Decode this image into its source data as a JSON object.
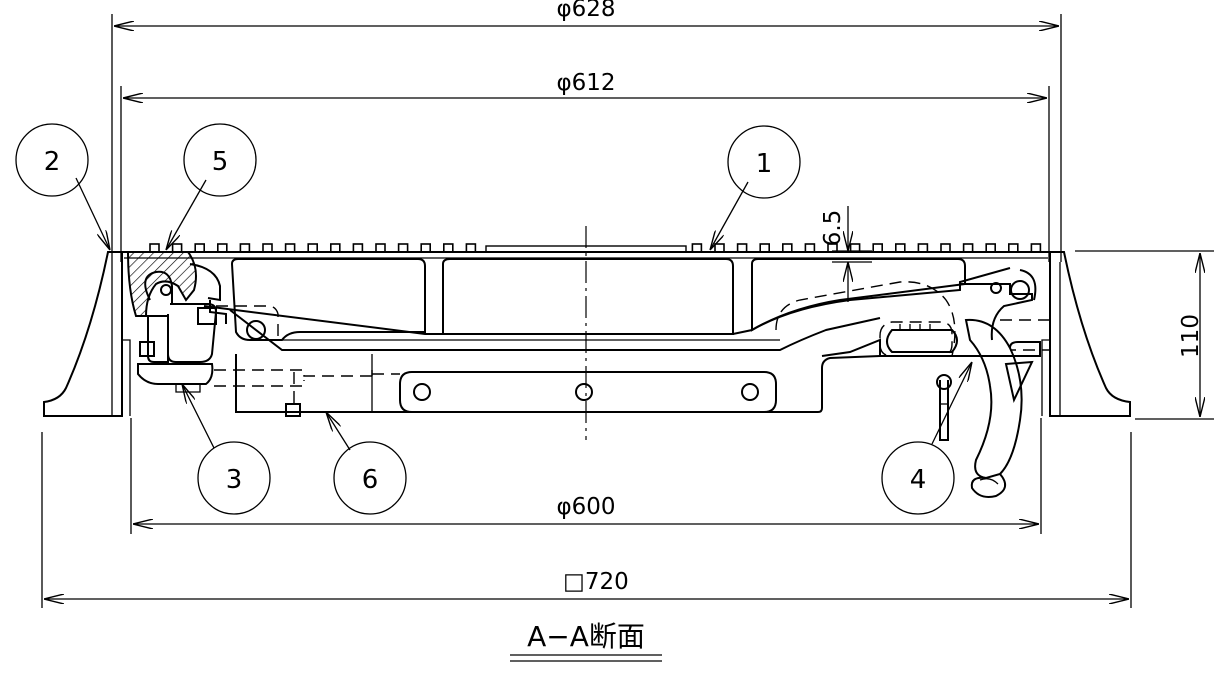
{
  "title": "A−A断面",
  "dimensions": {
    "d628": "φ628",
    "d612": "φ612",
    "d600": "φ600",
    "sq720": "□720",
    "height": "110",
    "gap": "6.5"
  },
  "callouts": [
    "1",
    "2",
    "3",
    "4",
    "5",
    "6"
  ]
}
